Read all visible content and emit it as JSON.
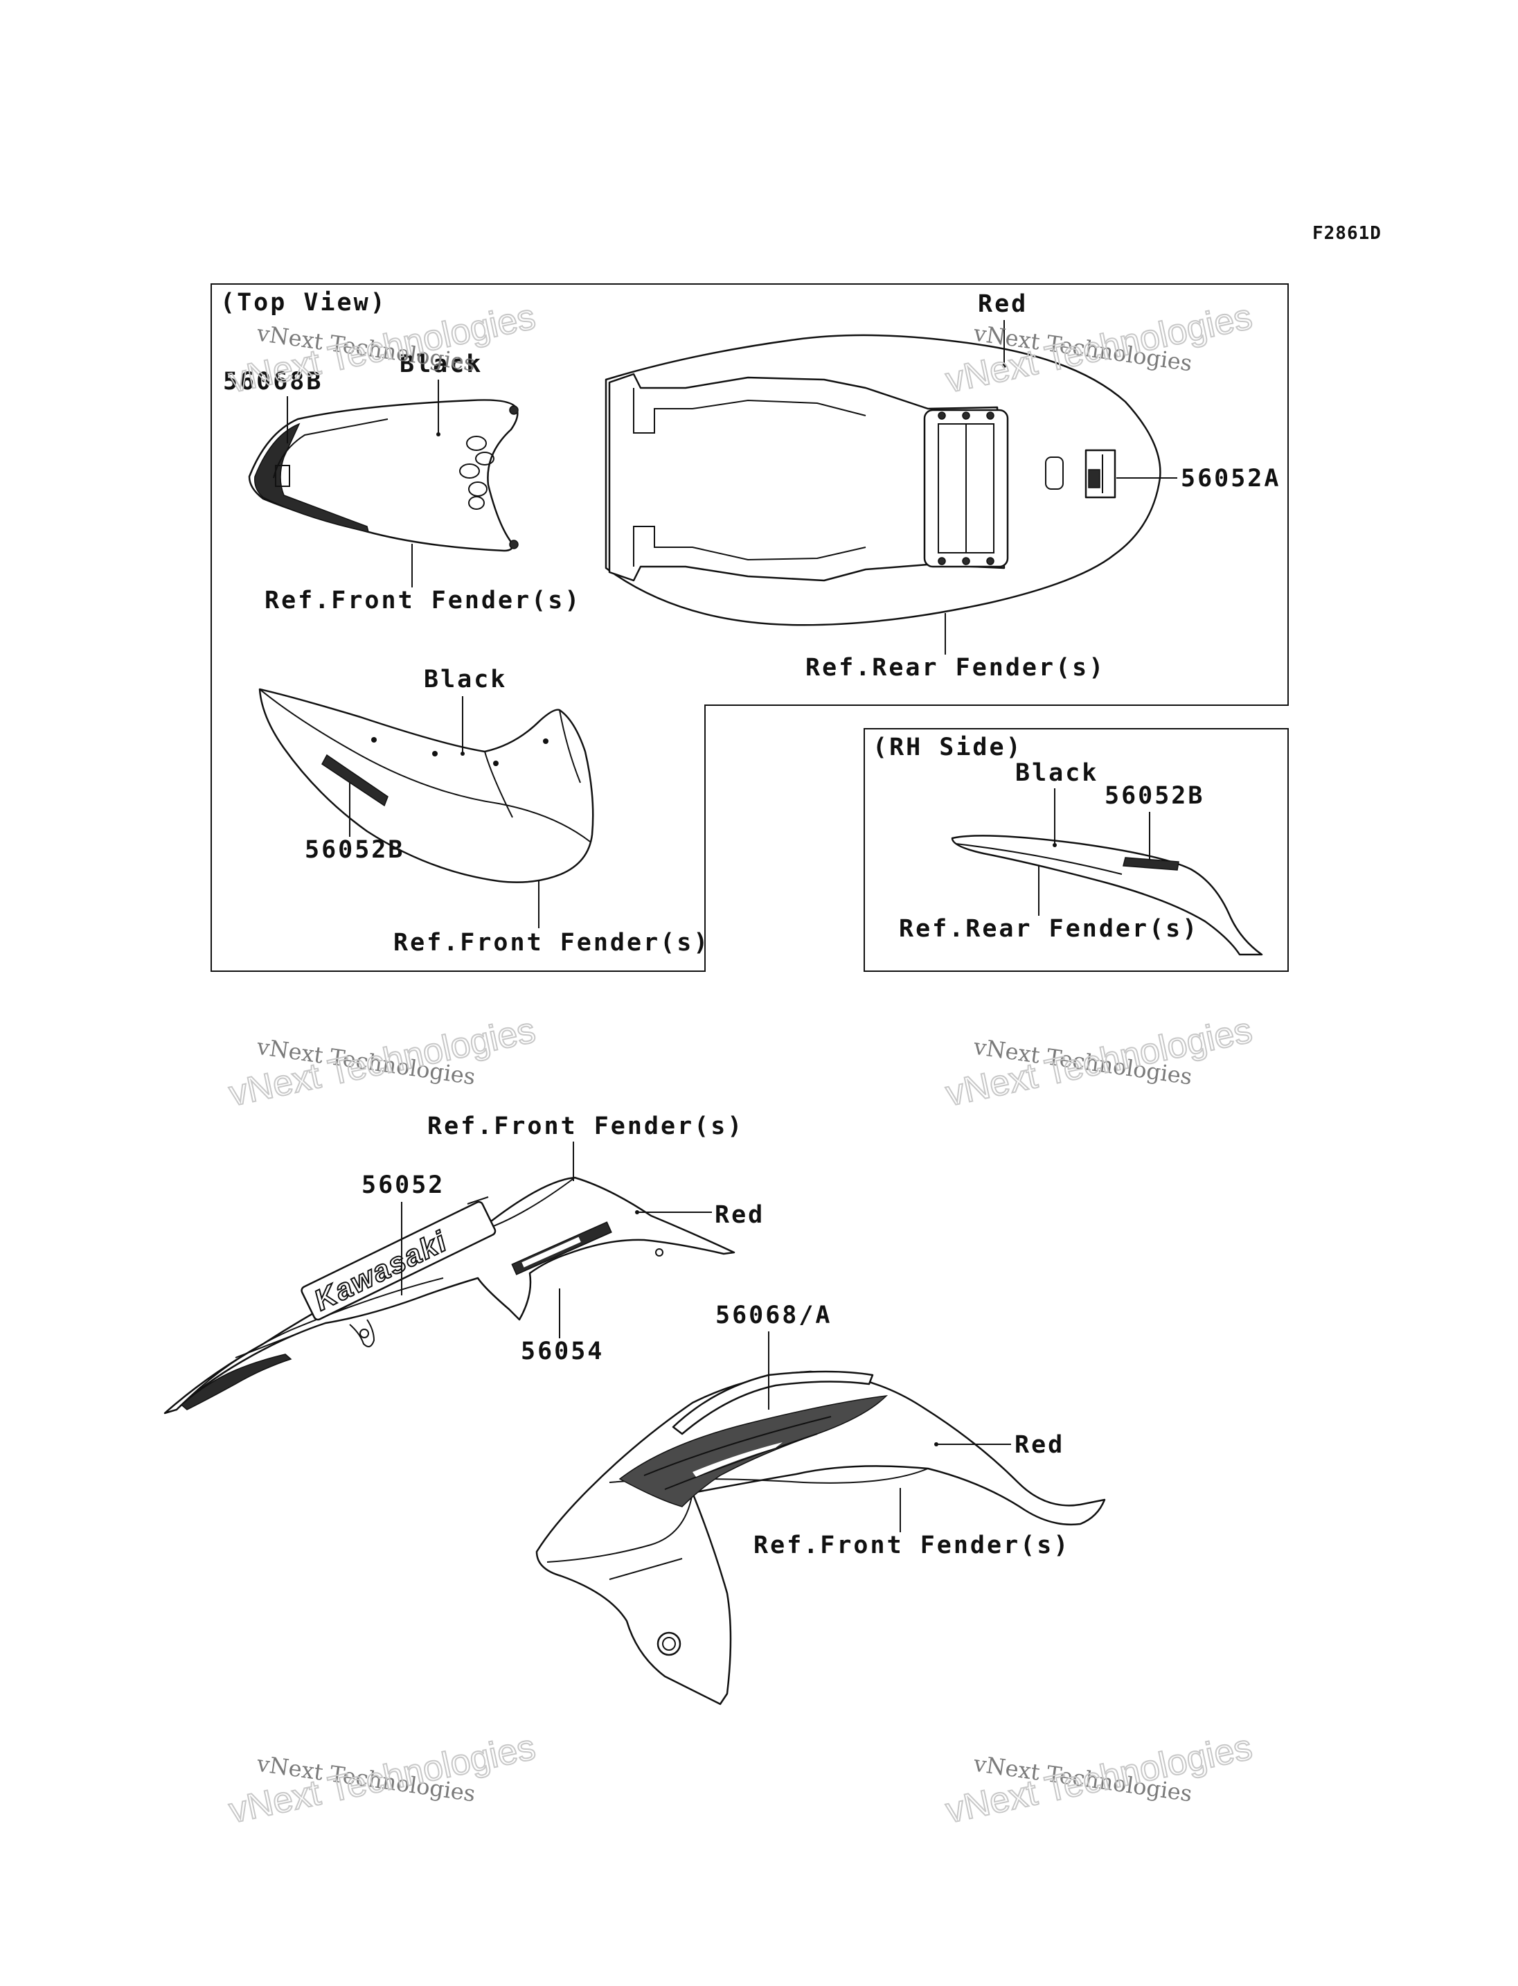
{
  "figure_code": "F2861D",
  "watermark": {
    "line1": "vNext Technologies",
    "line2": "vNext Technologies"
  },
  "views": {
    "top_view": "(Top View)",
    "rh_side": "(RH Side)"
  },
  "labels": {
    "top_left_part_no": "56068B",
    "top_left_color": "Black",
    "top_left_ref": "Ref.Front Fender(s)",
    "rear_color": "Red",
    "rear_part_no": "56052A",
    "rear_ref": "Ref.Rear Fender(s)",
    "mid_color": "Black",
    "mid_part_no": "56052B",
    "mid_ref": "Ref.Front Fender(s)",
    "rh_color": "Black",
    "rh_part_no": "56052B",
    "rh_ref": "Ref.Rear Fender(s)",
    "lower_ref": "Ref.Front Fender(s)",
    "lower_part_no": "56052",
    "lower_color": "Red",
    "lower_part_no_2": "56054",
    "right_part_no": "56068/A",
    "right_color": "Red",
    "right_ref": "Ref.Front Fender(s)"
  },
  "decal_text": {
    "brand": "Kawasaki"
  }
}
